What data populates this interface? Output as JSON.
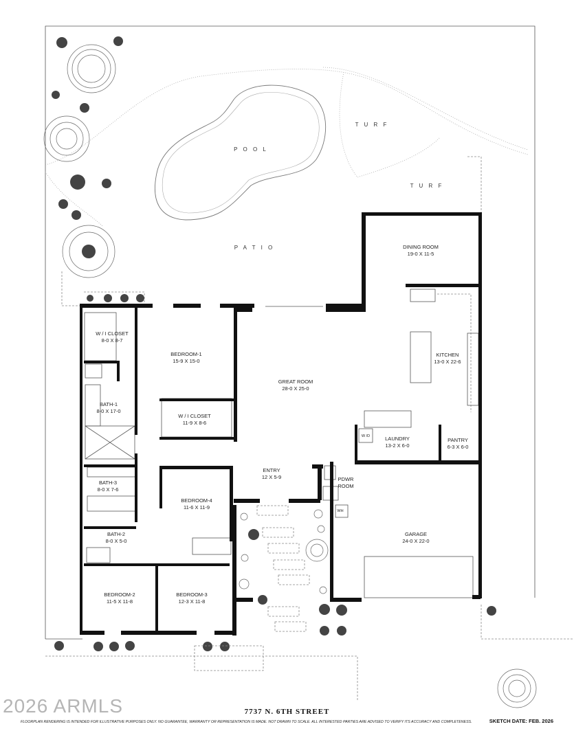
{
  "exterior": {
    "pool": "P O O L",
    "turf_1": "T U R F",
    "turf_2": "T U R F",
    "patio": "P A T I O"
  },
  "rooms": [
    {
      "id": "dining-room",
      "name": "DINING ROOM",
      "dims": "19-0 X 11-5"
    },
    {
      "id": "kitchen",
      "name": "KITCHEN",
      "dims": "13-0 X 22-6"
    },
    {
      "id": "great-room",
      "name": "GREAT ROOM",
      "dims": "28-0 X 25-0"
    },
    {
      "id": "bedroom-1",
      "name": "BEDROOM-1",
      "dims": "15-9 X 15-0"
    },
    {
      "id": "wi-closet-1",
      "name": "W / I CLOSET",
      "dims": "8-0 X 8-7"
    },
    {
      "id": "wi-closet-2",
      "name": "W / I CLOSET",
      "dims": "11-9 X 8-6"
    },
    {
      "id": "bath-1",
      "name": "BATH-1",
      "dims": "8-0 X 17-0"
    },
    {
      "id": "laundry",
      "name": "LAUNDRY",
      "dims": "13-2 X 6-0"
    },
    {
      "id": "pantry",
      "name": "PANTRY",
      "dims": "6-3 X 6-0"
    },
    {
      "id": "entry",
      "name": "ENTRY",
      "dims": "12 X 5-9"
    },
    {
      "id": "pdwr-room",
      "name": "PDWR",
      "dims": "ROOM"
    },
    {
      "id": "bath-3",
      "name": "BATH-3",
      "dims": "8-0 X 7-6"
    },
    {
      "id": "bedroom-4",
      "name": "BEDROOM-4",
      "dims": "11-6 X 11-9"
    },
    {
      "id": "bath-2",
      "name": "BATH-2",
      "dims": "8-0 X 5-0"
    },
    {
      "id": "garage",
      "name": "GARAGE",
      "dims": "24-0 X 22-0"
    },
    {
      "id": "bedroom-2",
      "name": "BEDROOM-2",
      "dims": "11-5 X 11-8"
    },
    {
      "id": "bedroom-3",
      "name": "BEDROOM-3",
      "dims": "12-3 X 11-8"
    }
  ],
  "fixtures": {
    "washer_dryer": "W /D",
    "water_heater": "WH"
  },
  "footer": {
    "street": "7737 N. 6TH STREET",
    "disclaimer": "FLOORPLAN RENDERING IS INTENDED FOR ILLUSTRATIVE PURPOSES ONLY.  NO GUARANTEE, WARRANTY OR REPRESENTATION IS MADE.  NOT DRAWN TO SCALE.  ALL INTERESTED PARTIES ARE ADVISED TO VERIFY ITS ACCURACY AND COMPLETENESS.",
    "sketch_date": "SKETCH DATE:  FEB. 2026",
    "watermark": "2026 ARMLS"
  }
}
